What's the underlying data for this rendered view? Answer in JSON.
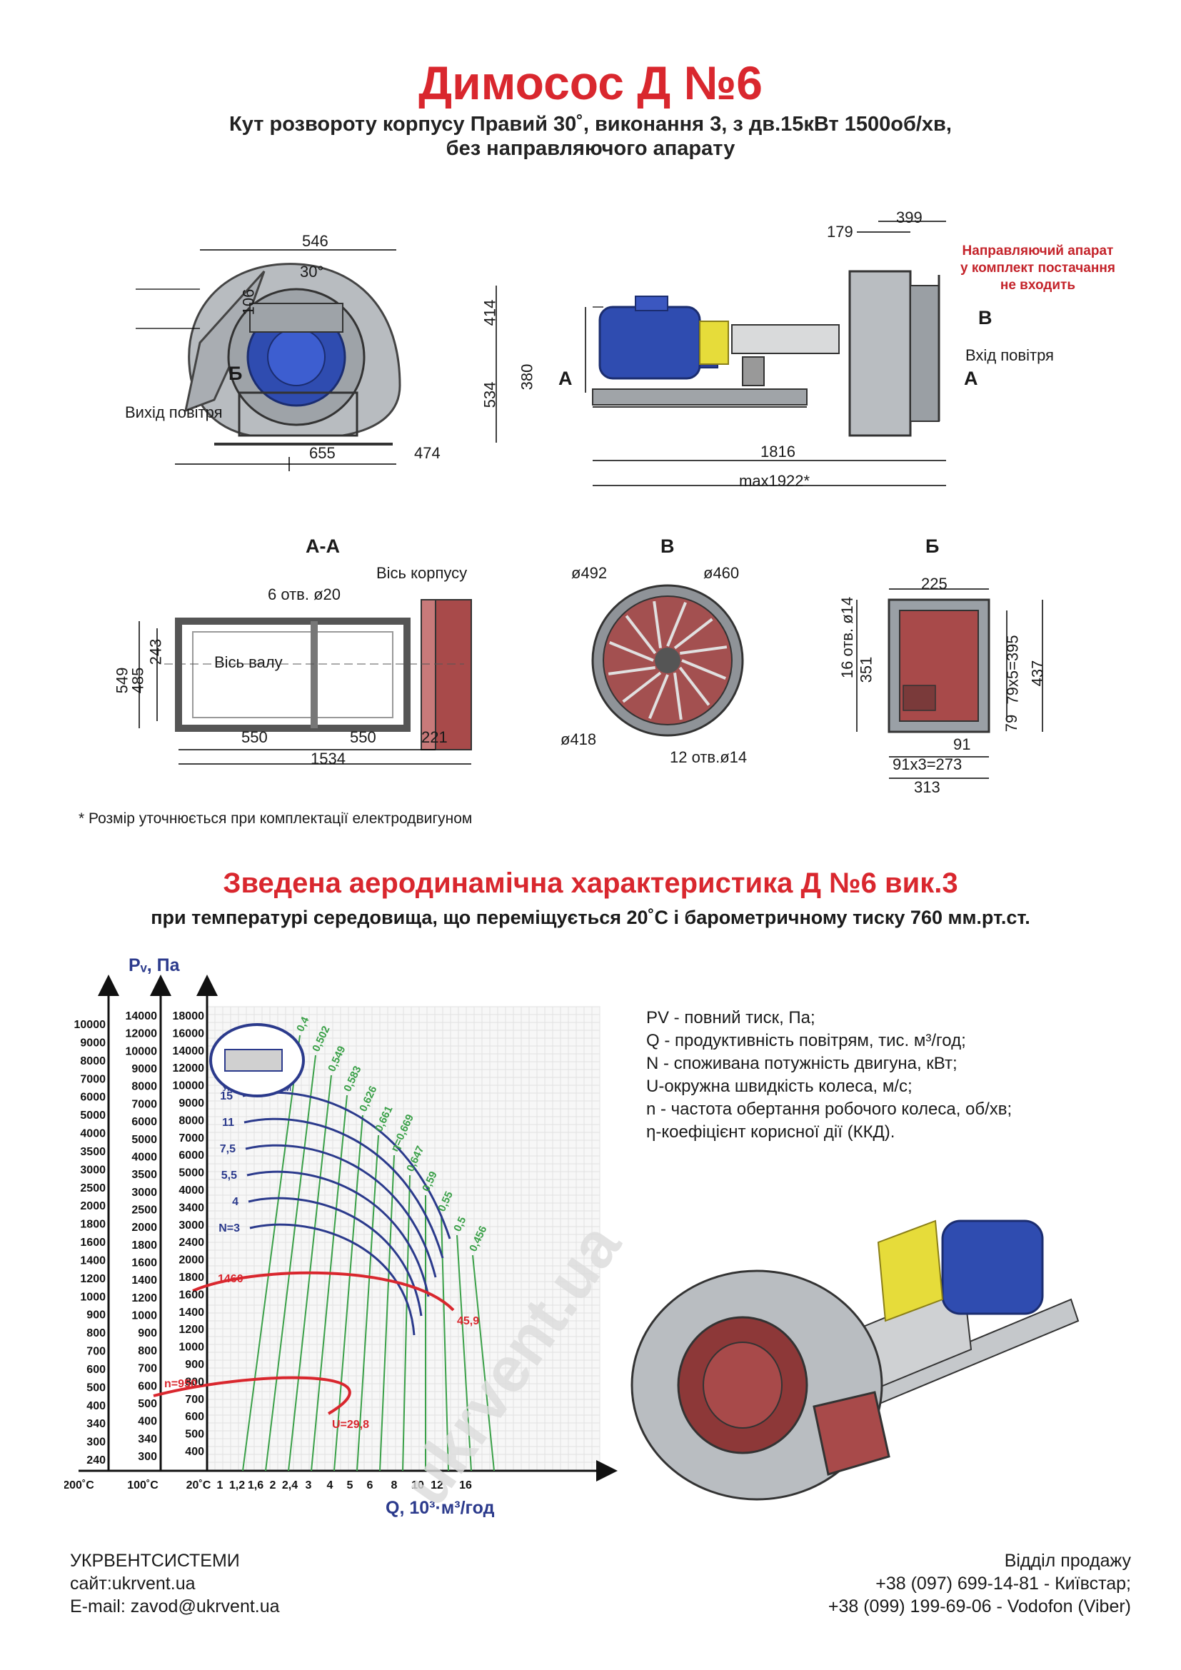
{
  "header": {
    "title": "Димосос  Д №6",
    "subtitle1": "Кут розвороту корпусу Правий 30˚, виконання 3, з дв.15кВт 1500об/хв,",
    "subtitle2": "без направляючого апарату"
  },
  "front_view": {
    "dims": [
      "546",
      "30°",
      "106",
      "414",
      "534",
      "655",
      "474"
    ],
    "section_mark": "Б",
    "outlet_label": "Вихід повітря"
  },
  "side_view": {
    "dims": [
      "179",
      "399",
      "380",
      "1816",
      "max1922*"
    ],
    "note": [
      "Направляючий апарат",
      "у комплект постачання",
      "не входить"
    ],
    "mark_a": "А",
    "mark_v": "В",
    "inlet_label": "Вхід повітря"
  },
  "section_aa": {
    "title": "А-А",
    "axis_body": "Вісь корпусу",
    "holes": "6 отв. ø20",
    "axis_shaft": "Вісь валу",
    "dims": [
      "549",
      "485",
      "243",
      "550",
      "550",
      "221",
      "1534"
    ]
  },
  "section_v": {
    "title": "В",
    "dims": [
      "ø492",
      "ø460",
      "ø418",
      "12 отв.ø14"
    ]
  },
  "section_b": {
    "title": "Б",
    "dims": [
      "225",
      "16 отв. ø14",
      "351",
      "79x5=395",
      "437",
      "79",
      "91",
      "91x3=273",
      "313"
    ]
  },
  "footnote": "* Розмір уточнюється при комплектації електродвигуном",
  "aero": {
    "title": "Зведена аеродинамічна характеристика Д №6 вик.3",
    "subtitle": "при температурі середовища, що переміщується 20˚С і барометричному тиску 760 мм.рт.ст."
  },
  "chart_data": {
    "type": "line",
    "ylabel": "Pᵥ, Па",
    "xlabel": "Q, 10³·м³/год",
    "x_ticks": [
      "1",
      "1,2",
      "1,6",
      "2",
      "2,4",
      "3",
      "4",
      "5",
      "6",
      "8",
      "10",
      "12",
      "16"
    ],
    "temp_labels": [
      "200˚С",
      "100˚С",
      "20˚С"
    ],
    "y_ticks_200": [
      "10000",
      "9000",
      "8000",
      "7000",
      "6000",
      "5000",
      "4000",
      "3500",
      "3000",
      "2500",
      "2000",
      "1800",
      "1600",
      "1400",
      "1200",
      "1000",
      "900",
      "800",
      "700",
      "600",
      "500",
      "400",
      "340",
      "300",
      "240"
    ],
    "y_ticks_100": [
      "14000",
      "12000",
      "10000",
      "9000",
      "8000",
      "7000",
      "6000",
      "5000",
      "4000",
      "3500",
      "3000",
      "2500",
      "2000",
      "1800",
      "1600",
      "1400",
      "1200",
      "1000",
      "900",
      "800",
      "700",
      "600",
      "500",
      "400",
      "340",
      "300"
    ],
    "y_ticks_20": [
      "18000",
      "16000",
      "14000",
      "12000",
      "10000",
      "9000",
      "8000",
      "7000",
      "6000",
      "5000",
      "4000",
      "3400",
      "3000",
      "2400",
      "2000",
      "1800",
      "1600",
      "1400",
      "1200",
      "1000",
      "900",
      "800",
      "700",
      "600",
      "500",
      "400"
    ],
    "power_labels": [
      "15",
      "11",
      "7,5",
      "5,5",
      "4",
      "N=3"
    ],
    "efficiency_labels": [
      "0,4",
      "0,502",
      "0,549",
      "0,583",
      "0,626",
      "0,661",
      "η=0,669",
      "0,647",
      "0,59",
      "0,55",
      "0,5",
      "0,456"
    ],
    "speed_curves": [
      {
        "name": "1460",
        "end_label": "45,9"
      },
      {
        "name": "n=950",
        "end_label": "U=29,8"
      }
    ],
    "logo_text": [
      "Димосос Д-6",
      "Лабораторія заводу",
      "УКРВЕНТСИСТЕМИ"
    ]
  },
  "legend": [
    "PV - повний тиск, Па;",
    "Q - продуктивність повітрям, тис. м³/год;",
    "N - споживана потужність двигуна, кВт;",
    "U-окружна швидкість колеса, м/с;",
    "n - частота обертання робочого колеса, об/хв;",
    "η-коефіцієнт корисної дії (ККД)."
  ],
  "footer": {
    "company": "УКРВЕНТСИСТЕМИ",
    "site": "сайт:ukrvent.ua",
    "email": "E-mail: zavod@ukrvent.ua",
    "sales": "Відділ продажу",
    "phone1": "+38 (097) 699-14-81 - Київстар;",
    "phone2": "+38 (099) 199-69-06 - Vodofon (Viber)"
  },
  "watermark": "ukrvent.ua",
  "colors": {
    "accent_red": "#d9272e",
    "curve_blue": "#2b3a8c",
    "curve_green": "#3aa048",
    "steel": "#9aa0a6",
    "body_red": "#a84a4a"
  }
}
